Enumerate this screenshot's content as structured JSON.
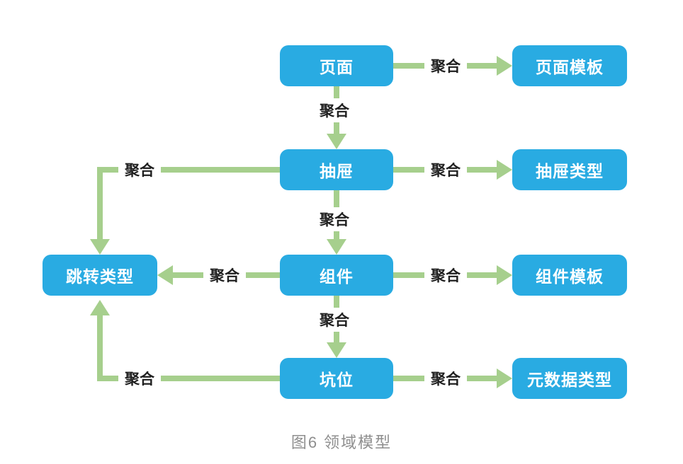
{
  "diagram": {
    "caption": "图6 领域模型",
    "colors": {
      "node_fill": "#29ABE2",
      "node_text": "#FFFFFF",
      "arrow": "#A6CF8D",
      "label_text": "#1F1F1F",
      "caption_text": "#8E8E8E"
    },
    "nodes": [
      {
        "id": "page",
        "label": "页面"
      },
      {
        "id": "page-template",
        "label": "页面模板"
      },
      {
        "id": "drawer",
        "label": "抽屉"
      },
      {
        "id": "drawer-type",
        "label": "抽屉类型"
      },
      {
        "id": "jump-type",
        "label": "跳转类型"
      },
      {
        "id": "component",
        "label": "组件"
      },
      {
        "id": "component-template",
        "label": "组件模板"
      },
      {
        "id": "slot",
        "label": "坑位"
      },
      {
        "id": "metadata-type",
        "label": "元数据类型"
      }
    ],
    "edges": [
      {
        "from": "页面",
        "to": "页面模板",
        "label": "聚合"
      },
      {
        "from": "页面",
        "to": "抽屉",
        "label": "聚合"
      },
      {
        "from": "抽屉",
        "to": "抽屉类型",
        "label": "聚合"
      },
      {
        "from": "抽屉",
        "to": "跳转类型",
        "label": "聚合"
      },
      {
        "from": "抽屉",
        "to": "组件",
        "label": "聚合"
      },
      {
        "from": "组件",
        "to": "跳转类型",
        "label": "聚合"
      },
      {
        "from": "组件",
        "to": "组件模板",
        "label": "聚合"
      },
      {
        "from": "组件",
        "to": "坑位",
        "label": "聚合"
      },
      {
        "from": "坑位",
        "to": "元数据类型",
        "label": "聚合"
      },
      {
        "from": "坑位",
        "to": "跳转类型",
        "label": "聚合"
      }
    ]
  }
}
